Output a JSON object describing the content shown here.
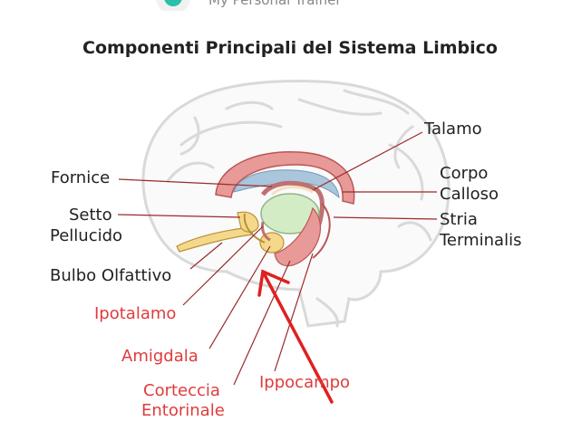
{
  "header": {
    "site_name": "My Personal Trainer",
    "brand_color": "#2bbfa7"
  },
  "title": "Componenti Principali del Sistema Limbico",
  "labels": {
    "talamo": "Talamo",
    "corpo": "Corpo",
    "calloso": "Calloso",
    "stria": "Stria",
    "terminalis": "Terminalis",
    "fornice": "Fornice",
    "setto": "Setto",
    "pellucido": "Pellucido",
    "bulbo_olfattivo": "Bulbo Olfattivo",
    "ipotalamo": "Ipotalamo",
    "amigdala": "Amigdala",
    "corteccia": "Corteccia",
    "entorinale": "Entorinale",
    "ippocampo": "Ippocampo"
  },
  "colors": {
    "label_black": "#222222",
    "label_red": "#e03b3b",
    "arrow_red": "#e02020",
    "structure_pink": "#e79a98",
    "structure_blue": "#a9c6dc",
    "structure_green": "#d4ecc6",
    "structure_yellow": "#f5d98a"
  }
}
